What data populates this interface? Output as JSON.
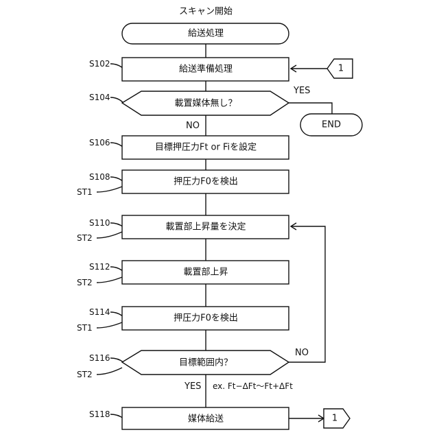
{
  "title": "スキャン開始",
  "nodes": {
    "start": "給送処理",
    "s102": "給送準備処理",
    "s104": "載置媒体無し？",
    "end": "END",
    "s106": "目標押圧力Ft or Fiを設定",
    "s108": "押圧力F0を検出",
    "s110": "載置部上昇量を決定",
    "s112": "載置部上昇",
    "s114": "押圧力F0を検出",
    "s116": "目標範囲内？",
    "s118": "媒体給送"
  },
  "step_labels": {
    "s102": "S102",
    "s104": "S104",
    "s106": "S106",
    "s108": "S108",
    "s110": "S110",
    "s112": "S112",
    "s114": "S114",
    "s116": "S116",
    "s118": "S118"
  },
  "state_labels": {
    "s108": "ST1",
    "s110": "ST2",
    "s112": "ST2",
    "s114": "ST1",
    "s116": "ST2"
  },
  "branch_labels": {
    "s104_yes": "YES",
    "s104_no": "NO",
    "s116_no": "NO",
    "s116_yes": "YES"
  },
  "annotation": "ex. Ft−ΔFt〜Ft+ΔFt",
  "connectors": {
    "in": "1",
    "out": "1"
  }
}
